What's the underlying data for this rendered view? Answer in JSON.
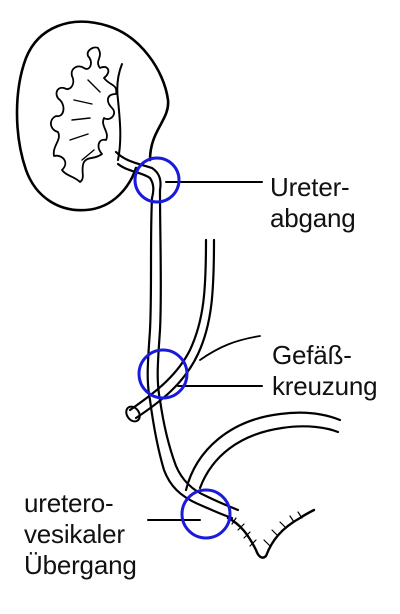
{
  "labels": {
    "ureterabgang": {
      "line1": "Ureter-",
      "line2": "abgang"
    },
    "gefaesskreuzung": {
      "line1": "Gefäß-",
      "line2": "kreuzung"
    },
    "ureterovesikaler_uebergang": {
      "line1": "uretero-",
      "line2": "vesikaler",
      "line3": "Übergang"
    }
  },
  "colors": {
    "drawing": "#000000",
    "highlight_circle": "#1a1adc",
    "background": "#ffffff"
  }
}
